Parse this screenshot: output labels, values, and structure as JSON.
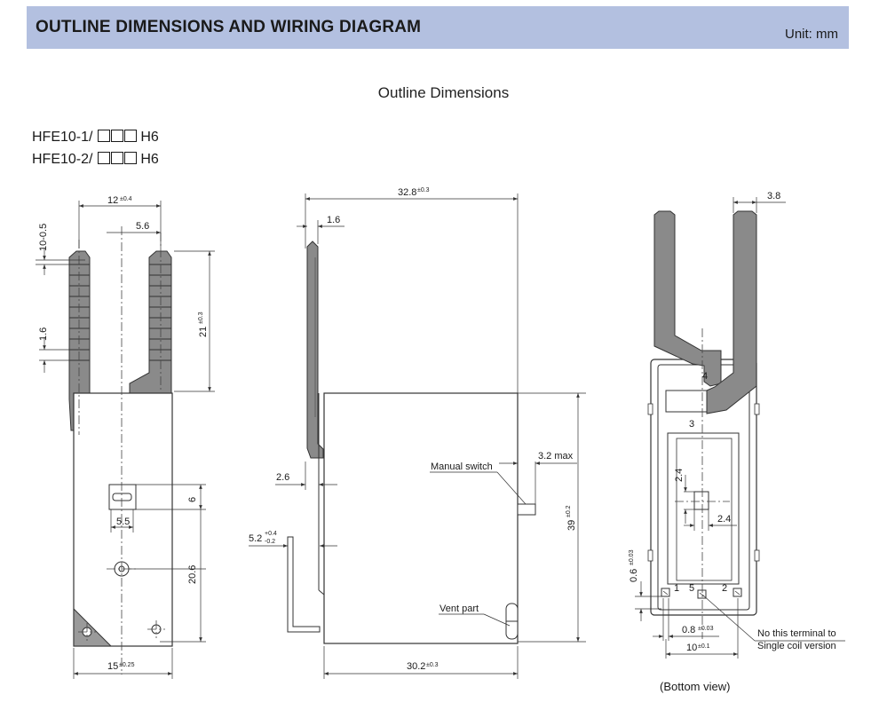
{
  "header": {
    "title": "OUTLINE DIMENSIONS AND WIRING DIAGRAM",
    "unit": "Unit: mm"
  },
  "subtitle": "Outline Dimensions",
  "models": [
    {
      "prefix": "HFE10-1/",
      "suffix": "H6"
    },
    {
      "prefix": "HFE10-2/",
      "suffix": "H6"
    }
  ],
  "front_view": {
    "dim_width_top": "12",
    "dim_width_top_tol": "±0.4",
    "dim_center_offset": "5.6",
    "dim_rib": "10-0.5",
    "dim_pitch": "1.6",
    "dim_terminal_height": "21",
    "dim_terminal_height_tol": "±0.3",
    "dim_slot_height": "6",
    "dim_slot_width": "5.5",
    "dim_hole_height": "20.6",
    "dim_body_width": "15",
    "dim_body_width_tol": "±0.25"
  },
  "side_view": {
    "dim_length": "32.8",
    "dim_length_tol": "±0.3",
    "dim_terminal_thk": "1.6",
    "dim_flange": "2.6",
    "dim_pin": "5.2",
    "dim_pin_tol_plus": "+0.4",
    "dim_pin_tol_minus": "-0.2",
    "dim_height": "39",
    "dim_height_tol": "±0.2",
    "dim_switch": "3.2 max",
    "label_manual_switch": "Manual switch",
    "label_vent": "Vent part",
    "dim_body_length": "30.2",
    "dim_body_length_tol": "±0.3"
  },
  "bottom_view": {
    "dim_terminal_width": "3.8",
    "pin_4": "4",
    "pin_3": "3",
    "pin_1": "1",
    "pin_5": "5",
    "pin_2": "2",
    "dim_square_v": "2.4",
    "dim_square_h": "2.4",
    "dim_offset": "0.6",
    "dim_offset_tol": "±0.03",
    "dim_pin_pitch": "0.8",
    "dim_pin_pitch_tol": "±0.03",
    "dim_pin_span": "10",
    "dim_pin_span_tol": "±0.1",
    "note_line1": "No this terminal to",
    "note_line2": "Single coil version",
    "caption": "(Bottom view)"
  }
}
